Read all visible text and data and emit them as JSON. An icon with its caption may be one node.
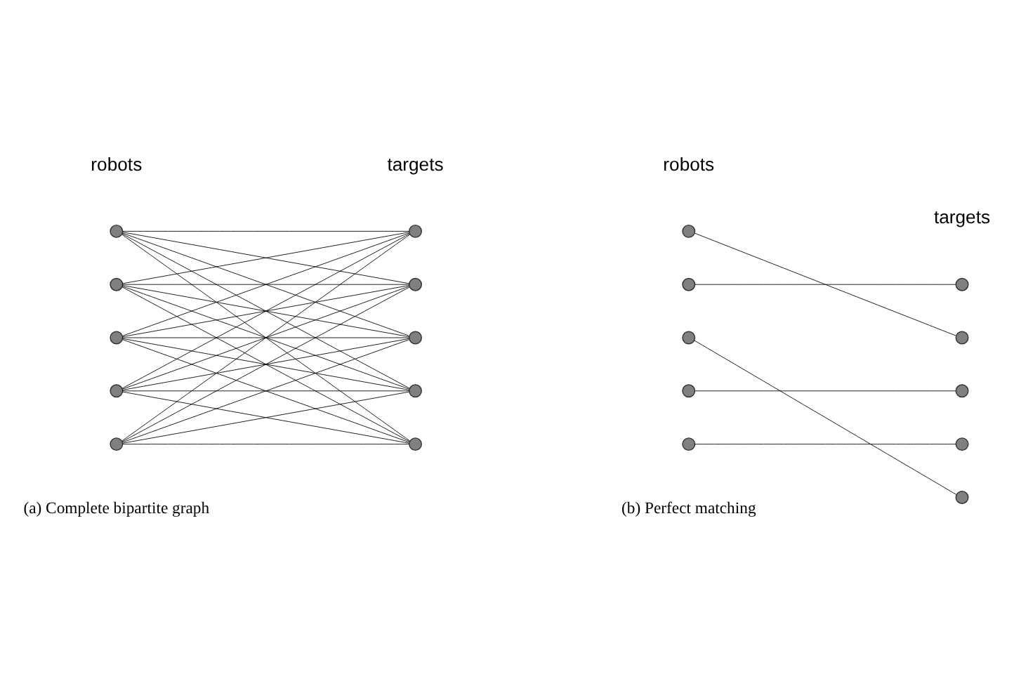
{
  "diagram": {
    "nodes": [
      {
        "text": [],
        "shape": "circle"
      },
      {
        "text": [],
        "shape": "circle"
      },
      {
        "text": [],
        "shape": "circle"
      },
      {
        "text": [],
        "shape": "circle"
      },
      {
        "text": [],
        "shape": "circle"
      },
      {
        "text": [],
        "shape": "circle"
      },
      {
        "text": [],
        "shape": "circle"
      },
      {
        "text": [],
        "shape": "circle"
      },
      {
        "text": [],
        "shape": "circle"
      },
      {
        "text": [],
        "shape": "circle"
      },
      {
        "text": [],
        "shape": "circle"
      },
      {
        "text": [],
        "shape": "circle"
      },
      {
        "text": [],
        "shape": "circle"
      },
      {
        "text": [],
        "shape": "circle"
      },
      {
        "text": [],
        "shape": "circle"
      },
      {
        "text": [],
        "shape": "circle"
      },
      {
        "text": [],
        "shape": "circle"
      },
      {
        "text": [],
        "shape": "circle"
      },
      {
        "text": [],
        "shape": "circle"
      },
      {
        "text": [],
        "shape": "circle"
      }
    ],
    "edges": [
      {
        "from": 0,
        "to": 5,
        "arrow": "none"
      },
      {
        "from": 0,
        "to": 6,
        "arrow": "none"
      },
      {
        "from": 0,
        "to": 7,
        "arrow": "none"
      },
      {
        "from": 0,
        "to": 8,
        "arrow": "none"
      },
      {
        "from": 0,
        "to": 9,
        "arrow": "none"
      },
      {
        "from": 1,
        "to": 5,
        "arrow": "none"
      },
      {
        "from": 1,
        "to": 6,
        "arrow": "none"
      },
      {
        "from": 1,
        "to": 7,
        "arrow": "none"
      },
      {
        "from": 1,
        "to": 8,
        "arrow": "none"
      },
      {
        "from": 1,
        "to": 9,
        "arrow": "none"
      },
      {
        "from": 2,
        "to": 5,
        "arrow": "none"
      },
      {
        "from": 2,
        "to": 6,
        "arrow": "none"
      },
      {
        "from": 2,
        "to": 7,
        "arrow": "none"
      },
      {
        "from": 2,
        "to": 8,
        "arrow": "none"
      },
      {
        "from": 2,
        "to": 9,
        "arrow": "none"
      },
      {
        "from": 3,
        "to": 5,
        "arrow": "none"
      },
      {
        "from": 3,
        "to": 6,
        "arrow": "none"
      },
      {
        "from": 3,
        "to": 7,
        "arrow": "none"
      },
      {
        "from": 3,
        "to": 8,
        "arrow": "none"
      },
      {
        "from": 3,
        "to": 9,
        "arrow": "none"
      },
      {
        "from": 4,
        "to": 5,
        "arrow": "none"
      },
      {
        "from": 4,
        "to": 6,
        "arrow": "none"
      },
      {
        "from": 4,
        "to": 7,
        "arrow": "none"
      },
      {
        "from": 4,
        "to": 8,
        "arrow": "none"
      },
      {
        "from": 4,
        "to": 9,
        "arrow": "none"
      },
      {
        "from": 10,
        "to": 16,
        "arrow": "none"
      },
      {
        "from": 11,
        "to": 15,
        "arrow": "none"
      },
      {
        "from": 12,
        "to": 19,
        "arrow": "none"
      },
      {
        "from": 13,
        "to": 17,
        "arrow": "none"
      },
      {
        "from": 14,
        "to": 18,
        "arrow": "none"
      }
    ],
    "labels": [
      "robots",
      "targets",
      "robots",
      "targets",
      "(a) Complete bipartite graph",
      "(b) Perfect matching"
    ]
  }
}
